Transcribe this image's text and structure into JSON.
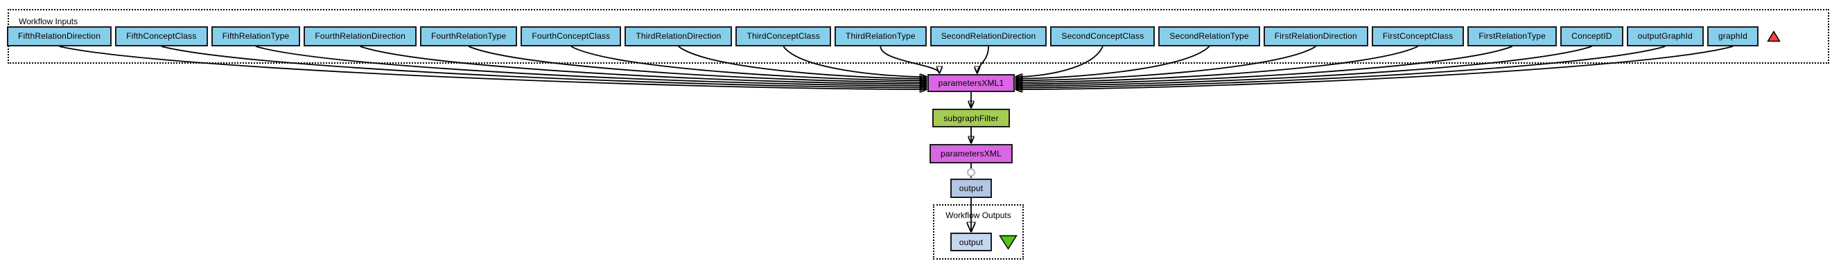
{
  "colors": {
    "canvas": "#ffffff",
    "port-fill": "#87CEEB",
    "splitter-fill": "#D966E3",
    "service-fill": "#A5CC52",
    "output-node-fill": "#B3C6E4",
    "output-port-fill": "#C6D6F0",
    "box-border": "#1a1a1a",
    "edge": "#000000",
    "merge-circle": "#b4b4b4",
    "input-marker": "#FF4040",
    "output-marker": "#54C41E"
  },
  "icons": {
    "input_marker": "red-up-triangle",
    "output_marker": "green-down-triangle",
    "merge": "open-circle"
  },
  "workflow_inputs": {
    "title": "Workflow Inputs",
    "ports": [
      "FifthRelationDirection",
      "FifthConceptClass",
      "FifthRelationType",
      "FourthRelationDirection",
      "FourthRelationType",
      "FourthConceptClass",
      "ThirdRelationDirection",
      "ThirdConceptClass",
      "ThirdRelationType",
      "SecondRelationDirection",
      "SecondConceptClass",
      "SecondRelationType",
      "FirstRelationDirection",
      "FirstConceptClass",
      "FirstRelationType",
      "ConceptID",
      "outputGraphId",
      "graphId"
    ]
  },
  "nodes": {
    "parametersXML1": {
      "label": "parametersXML1"
    },
    "subgraphFilter": {
      "label": "subgraphFilter"
    },
    "parametersXML": {
      "label": "parametersXML"
    },
    "output": {
      "label": "output"
    }
  },
  "workflow_outputs": {
    "title": "Workflow Outputs",
    "ports": [
      {
        "label": "output"
      }
    ]
  },
  "connections": [
    {
      "from": "FifthRelationDirection",
      "to": "parametersXML1",
      "route": "curve",
      "arrow": "normal"
    },
    {
      "from": "FifthConceptClass",
      "to": "parametersXML1",
      "route": "curve",
      "arrow": "normal"
    },
    {
      "from": "FifthRelationType",
      "to": "parametersXML1",
      "route": "curve",
      "arrow": "normal"
    },
    {
      "from": "FourthRelationDirection",
      "to": "parametersXML1",
      "route": "curve",
      "arrow": "normal"
    },
    {
      "from": "FourthRelationType",
      "to": "parametersXML1",
      "route": "curve",
      "arrow": "normal"
    },
    {
      "from": "FourthConceptClass",
      "to": "parametersXML1",
      "route": "curve",
      "arrow": "normal"
    },
    {
      "from": "ThirdRelationDirection",
      "to": "parametersXML1",
      "route": "curve",
      "arrow": "normal"
    },
    {
      "from": "ThirdConceptClass",
      "to": "parametersXML1",
      "route": "curve",
      "arrow": "normal"
    },
    {
      "from": "ThirdRelationType",
      "to": "parametersXML1",
      "route": "curve",
      "arrow": "normal"
    },
    {
      "from": "SecondRelationDirection",
      "to": "parametersXML1",
      "route": "curve",
      "arrow": "normal"
    },
    {
      "from": "SecondConceptClass",
      "to": "parametersXML1",
      "route": "curve",
      "arrow": "normal"
    },
    {
      "from": "SecondRelationType",
      "to": "parametersXML1",
      "route": "curve",
      "arrow": "normal"
    },
    {
      "from": "FirstRelationDirection",
      "to": "parametersXML1",
      "route": "curve",
      "arrow": "normal"
    },
    {
      "from": "FirstConceptClass",
      "to": "parametersXML1",
      "route": "curve",
      "arrow": "normal"
    },
    {
      "from": "FirstRelationType",
      "to": "parametersXML1",
      "route": "curve",
      "arrow": "normal"
    },
    {
      "from": "ConceptID",
      "to": "parametersXML1",
      "route": "curve",
      "arrow": "normal"
    },
    {
      "from": "outputGraphId",
      "to": "parametersXML1",
      "route": "curve",
      "arrow": "normal"
    },
    {
      "from": "graphId",
      "to": "parametersXML1",
      "route": "curve",
      "arrow": "normal"
    },
    {
      "from": "parametersXML1",
      "to": "subgraphFilter",
      "route": "straight",
      "arrow": "normal"
    },
    {
      "from": "subgraphFilter",
      "to": "parametersXML",
      "route": "straight",
      "arrow": "normal"
    },
    {
      "from": "parametersXML",
      "to": "output",
      "route": "straight",
      "arrow": "none"
    },
    {
      "from": "output",
      "to": "workflow-output",
      "route": "straight",
      "arrow": "big"
    }
  ]
}
